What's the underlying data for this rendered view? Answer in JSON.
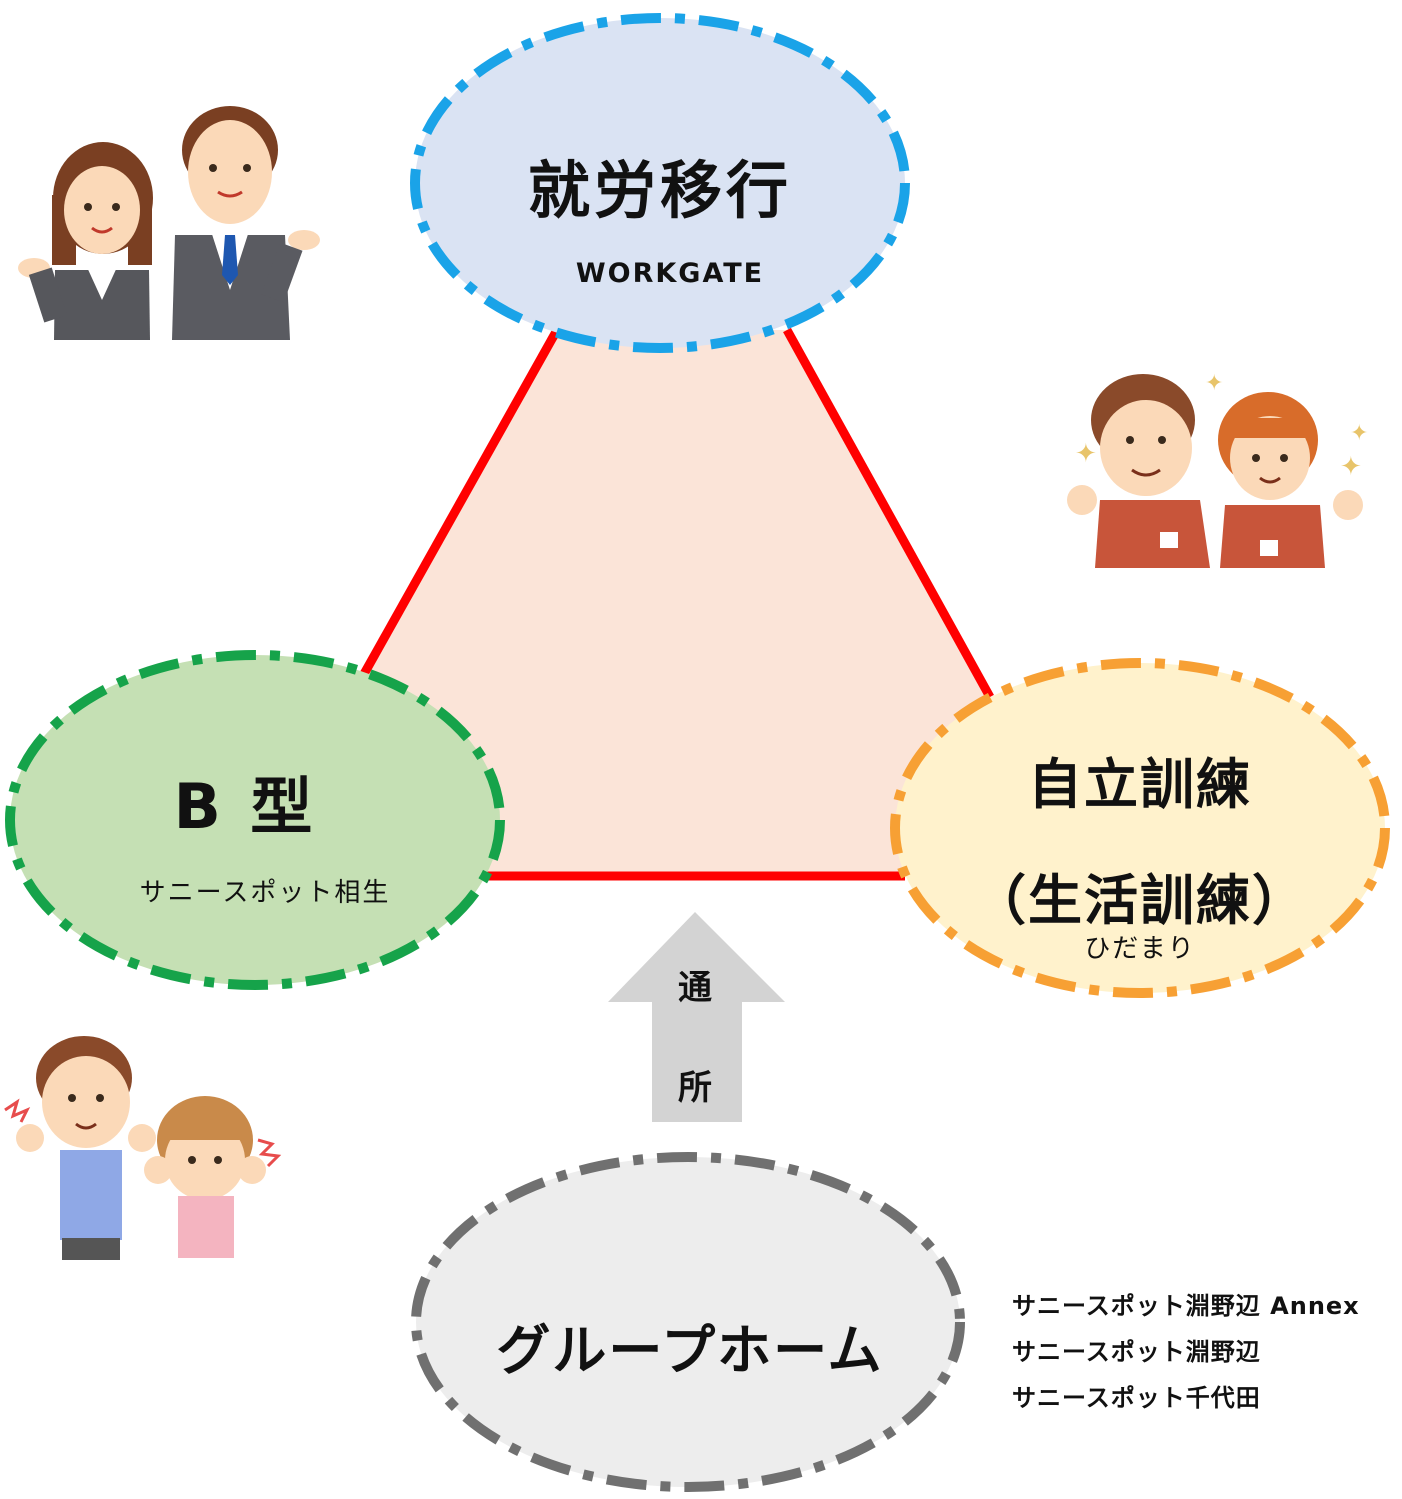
{
  "nodes": {
    "top": {
      "title": "就労移行",
      "subtitle": "WORKGATE"
    },
    "left": {
      "title": "B 型",
      "subtitle": "サニースポット相生"
    },
    "right": {
      "title": "自立訓練",
      "title2": "（生活訓練）",
      "subtitle": "ひだまり"
    },
    "bottom": {
      "title": "グループホーム"
    }
  },
  "arrow": {
    "line1": "通",
    "line2": "所"
  },
  "facilities": [
    "サニースポット淵野辺 Annex",
    "サニースポット淵野辺",
    "サニースポット千代田"
  ],
  "colors": {
    "triangle_fill": "#fbe4d8",
    "triangle_stroke": "#ff0000",
    "top_fill": "#dae3f3",
    "top_border": "#1aa3e8",
    "left_fill": "#c5e0b4",
    "left_border": "#16a34a",
    "right_fill": "#fff2cc",
    "right_border": "#f7a034",
    "bottom_fill": "#ededed",
    "bottom_border": "#707070",
    "arrow_fill": "#d3d3d3"
  }
}
